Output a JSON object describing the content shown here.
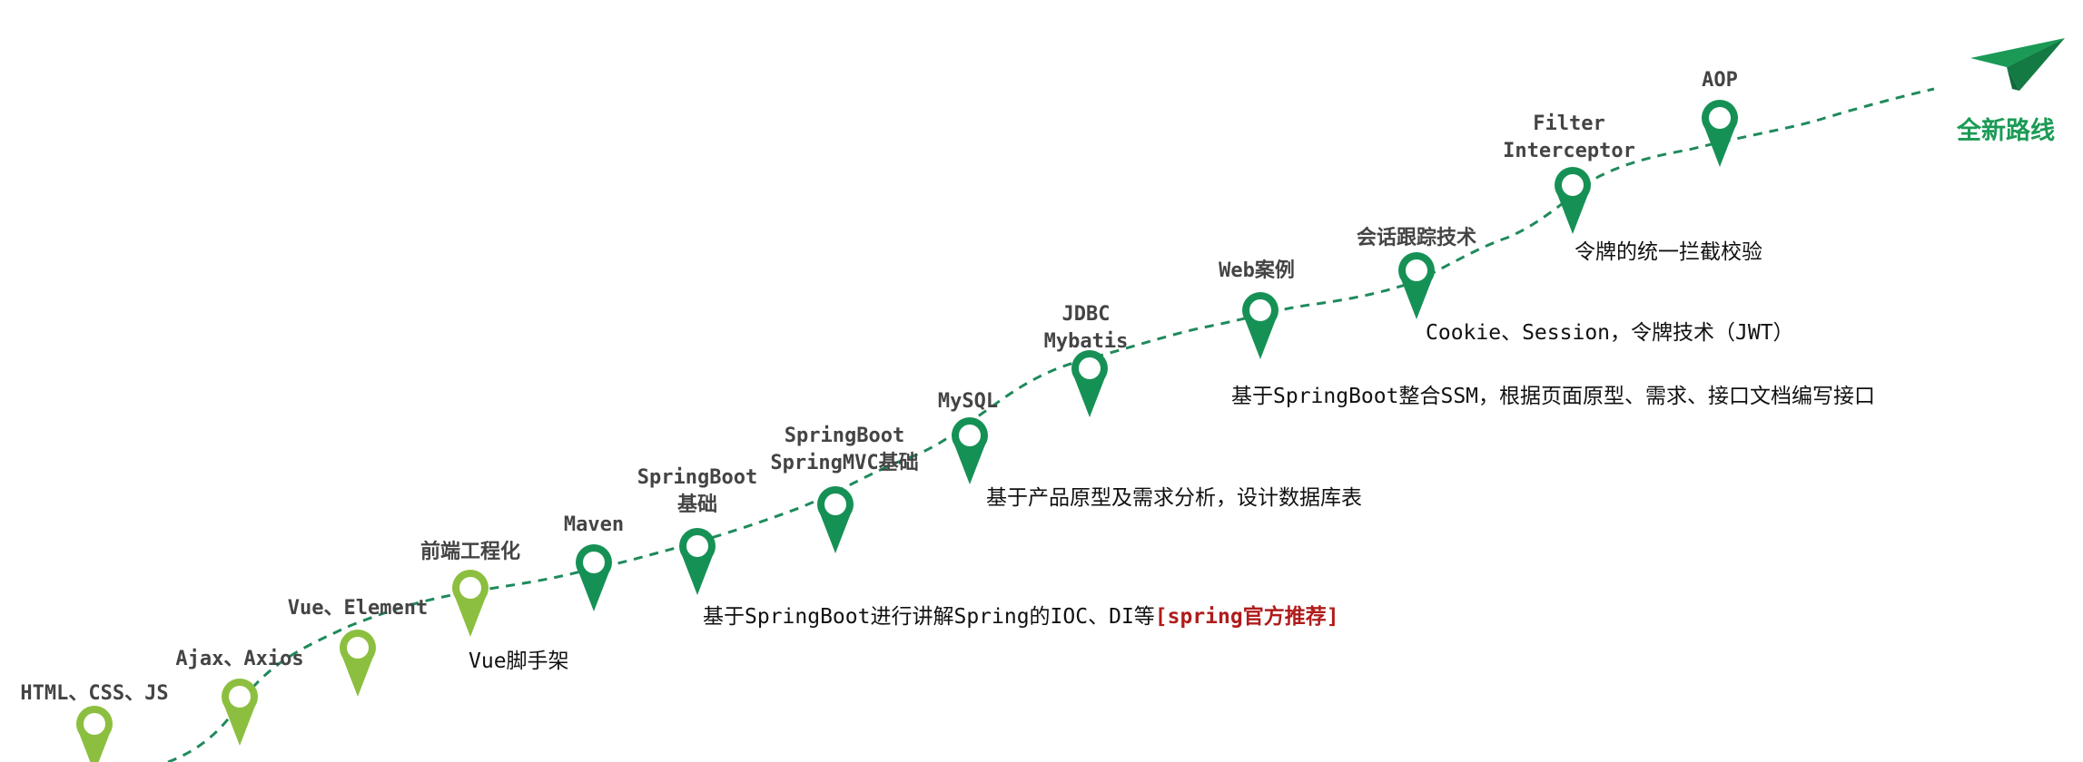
{
  "brand": {
    "label": "全新路线",
    "color": "#1a9a55",
    "icon": "paper-plane-icon"
  },
  "colors": {
    "light_pin": "#8cbf3f",
    "dark_pin": "#169155",
    "path": "#1f8a5c",
    "highlight": "#b01c1c"
  },
  "milestones": [
    {
      "lines": [
        "HTML、CSS、JS"
      ],
      "pin": "light"
    },
    {
      "lines": [
        "Ajax、Axios"
      ],
      "pin": "light"
    },
    {
      "lines": [
        "Vue、Element"
      ],
      "pin": "light"
    },
    {
      "lines": [
        "前端工程化"
      ],
      "pin": "light"
    },
    {
      "lines": [
        "Maven"
      ],
      "pin": "dark"
    },
    {
      "lines": [
        "SpringBoot",
        "基础"
      ],
      "pin": "dark"
    },
    {
      "lines": [
        "SpringBoot",
        "SpringMVC基础"
      ],
      "pin": "dark"
    },
    {
      "lines": [
        "MySQL"
      ],
      "pin": "dark"
    },
    {
      "lines": [
        "JDBC",
        "Mybatis"
      ],
      "pin": "dark"
    },
    {
      "lines": [
        "Web案例"
      ],
      "pin": "dark"
    },
    {
      "lines": [
        "会话跟踪技术"
      ],
      "pin": "dark"
    },
    {
      "lines": [
        "Filter",
        "Interceptor"
      ],
      "pin": "dark"
    },
    {
      "lines": [
        "AOP"
      ],
      "pin": "dark"
    }
  ],
  "notes": {
    "vue_scaffold": "Vue脚手架",
    "spring_basics": "基于SpringBoot进行讲解Spring的IOC、DI等",
    "spring_recommend": "[spring官方推荐]",
    "db_design": "基于产品原型及需求分析，设计数据库表",
    "ssm": "基于SpringBoot整合SSM，根据页面原型、需求、接口文档编写接口",
    "session": "Cookie、Session，令牌技术（JWT）",
    "token": "令牌的统一拦截校验"
  }
}
